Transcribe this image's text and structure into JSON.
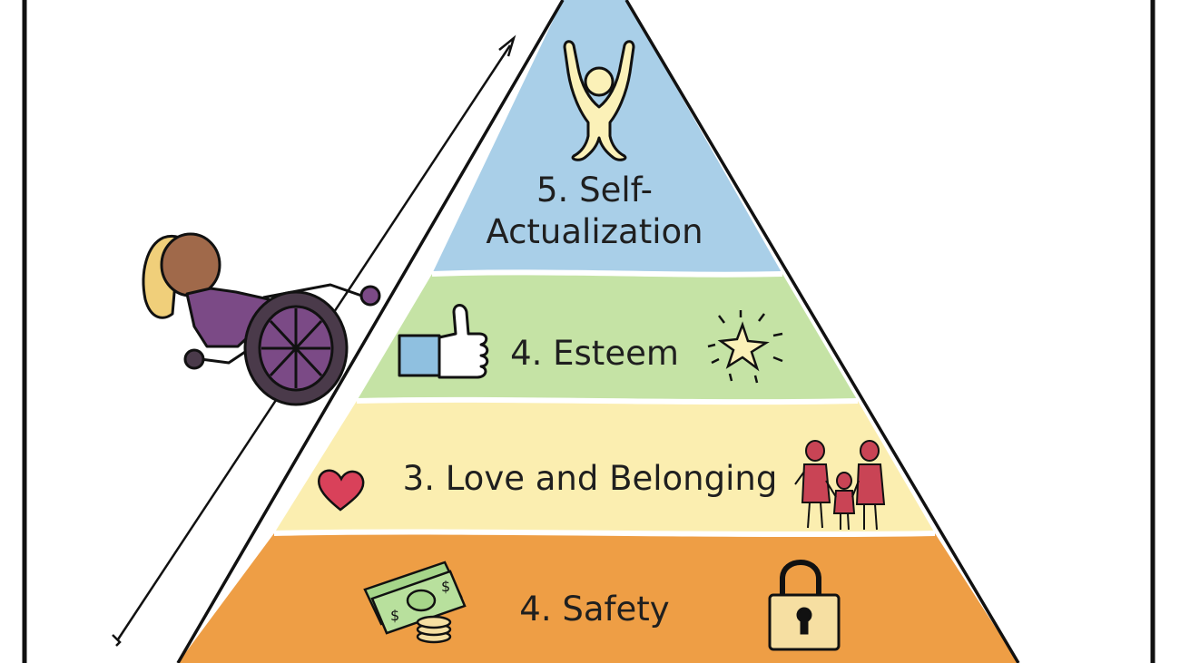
{
  "diagram": {
    "levels": [
      {
        "line1": "5. Self-",
        "line2": "Actualization",
        "color": "#a9cfe8",
        "icon": "raised-arms-person-icon"
      },
      {
        "label": "4. Esteem",
        "color": "#c5e3a5",
        "icons": [
          "thumbs-up-icon",
          "sparkle-star-icon"
        ]
      },
      {
        "label": "3. Love and Belonging",
        "color": "#fbeeb0",
        "icons": [
          "heart-icon",
          "family-icon"
        ]
      },
      {
        "label": "4. Safety",
        "color": "#ee9e45",
        "icons": [
          "money-coins-icon",
          "padlock-icon"
        ]
      }
    ],
    "figure": "wheelchair-user-icon",
    "arrow": "upward-arrow-icon",
    "colors": {
      "outline": "#111111",
      "person_skin": "#a0694a",
      "person_hair": "#f0cf7a",
      "wheelchair": "#7b4a86",
      "heart": "#d9415a",
      "family": "#c94455",
      "money": "#a6d68a",
      "lock": "#f6dfa2"
    }
  }
}
